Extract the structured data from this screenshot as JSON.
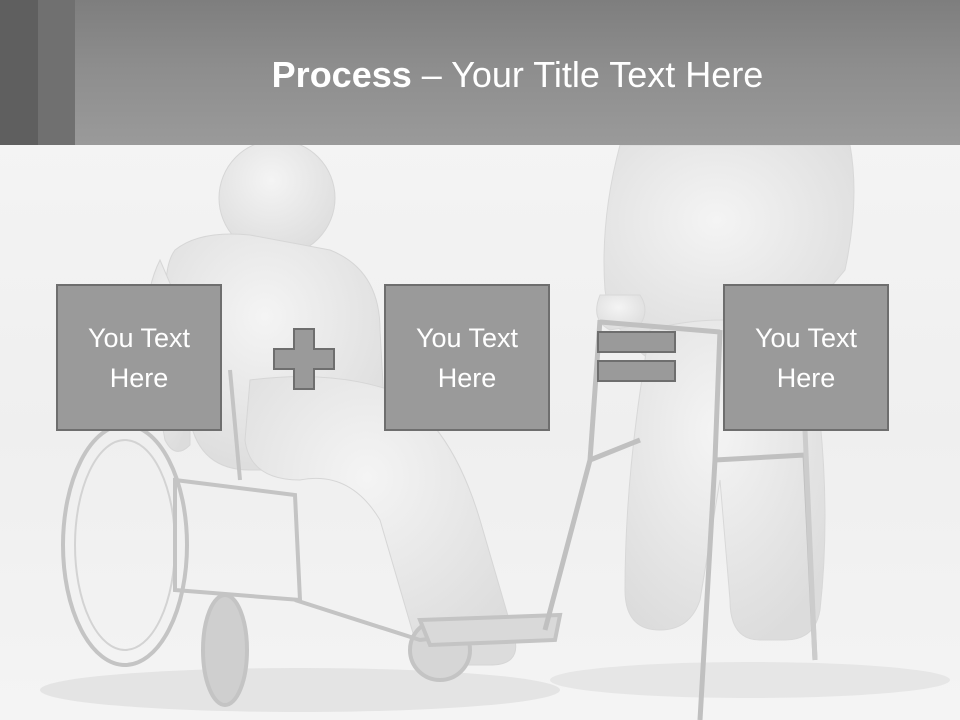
{
  "slide": {
    "title_bold": "Process",
    "title_rest": " – Your Title Text Here",
    "boxes": [
      {
        "text": "You Text Here"
      },
      {
        "text": "You Text Here"
      },
      {
        "text": "You Text Here"
      }
    ],
    "operators": [
      "plus-icon",
      "equals-icon"
    ],
    "illustration": "person-in-wheelchair-and-person-with-walker",
    "colors": {
      "header": "#8a8a8a",
      "box_fill": "#9a9a9a",
      "box_border": "#6e6e6e",
      "text": "#ffffff"
    }
  }
}
